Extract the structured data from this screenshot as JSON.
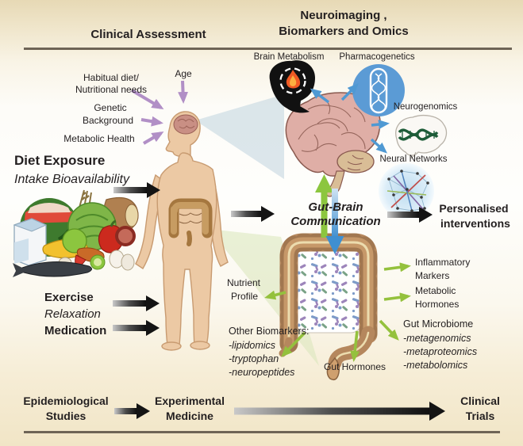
{
  "headers": {
    "clinical": "Clinical Assessment",
    "neuro_line1": "Neuroimaging ,",
    "neuro_line2": "Biomarkers and Omics"
  },
  "person_factors": {
    "habitual_line1": "Habitual diet/",
    "habitual_line2": "Nutritional needs",
    "age": "Age",
    "genetic_line1": "Genetic",
    "genetic_line2": "Background",
    "metabolic_health": "Metabolic Health"
  },
  "diet": {
    "title": "Diet Exposure",
    "subtitle": "Intake Bioavailability"
  },
  "lifestyle": {
    "exercise": "Exercise",
    "relaxation": "Relaxation",
    "medication": "Medication"
  },
  "neuro_icons": {
    "brain_metabolism": "Brain Metabolism",
    "pharmacogenetics": "Pharmacogenetics",
    "neurogenomics": "Neurogenomics",
    "neural_networks": "Neural Networks"
  },
  "center": {
    "gut_brain_line1": "Gut-Brain",
    "gut_brain_line2": "Communication"
  },
  "outcome": {
    "line1": "Personalised",
    "line2": "interventions"
  },
  "gut_outputs": {
    "nutrient_line1": "Nutrient",
    "nutrient_line2": "Profile",
    "other_title": "Other Biomarkers:",
    "other_items": [
      "-lipidomics",
      "-tryptophan",
      "-neuropeptides"
    ],
    "gut_hormones": "Gut Hormones",
    "inflammatory_line1": "Inflammatory",
    "inflammatory_line2": "Markers",
    "metabolic_line1": "Metabolic",
    "metabolic_line2": "Hormones",
    "microbiome_title": "Gut Microbiome",
    "microbiome_items": [
      "-metagenomics",
      "-metaproteomics",
      "-metabolomics"
    ]
  },
  "pipeline": {
    "epi_line1": "Epidemiological",
    "epi_line2": "Studies",
    "exp_line1": "Experimental",
    "exp_line2": "Medicine",
    "trials_line1": "Clinical",
    "trials_line2": "Trials"
  },
  "colors": {
    "background_tan": "#e7d9b5",
    "rule": "#6e6456",
    "purple_arrow": "#b18fc6",
    "green_arrow": "#8cc63f",
    "blue_arrow": "#4f99d3",
    "black_arrow": "#1a1a1a",
    "skin": "#ecc9a4",
    "brain_pink": "#dfaea6",
    "gut_brown": "#b5875d",
    "pharma_blue": "#5b9bd5"
  }
}
